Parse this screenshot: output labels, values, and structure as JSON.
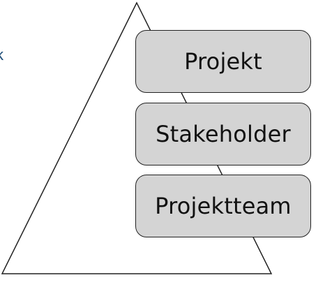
{
  "edge_text": "k",
  "pyramid": {
    "levels": [
      {
        "label": "Projekt"
      },
      {
        "label": "Stakeholder"
      },
      {
        "label": "Projektteam"
      }
    ],
    "colors": {
      "box_fill": "#d4d4d4",
      "box_border": "#222222",
      "line": "#222222",
      "edge_text": "#1f4e79"
    }
  }
}
